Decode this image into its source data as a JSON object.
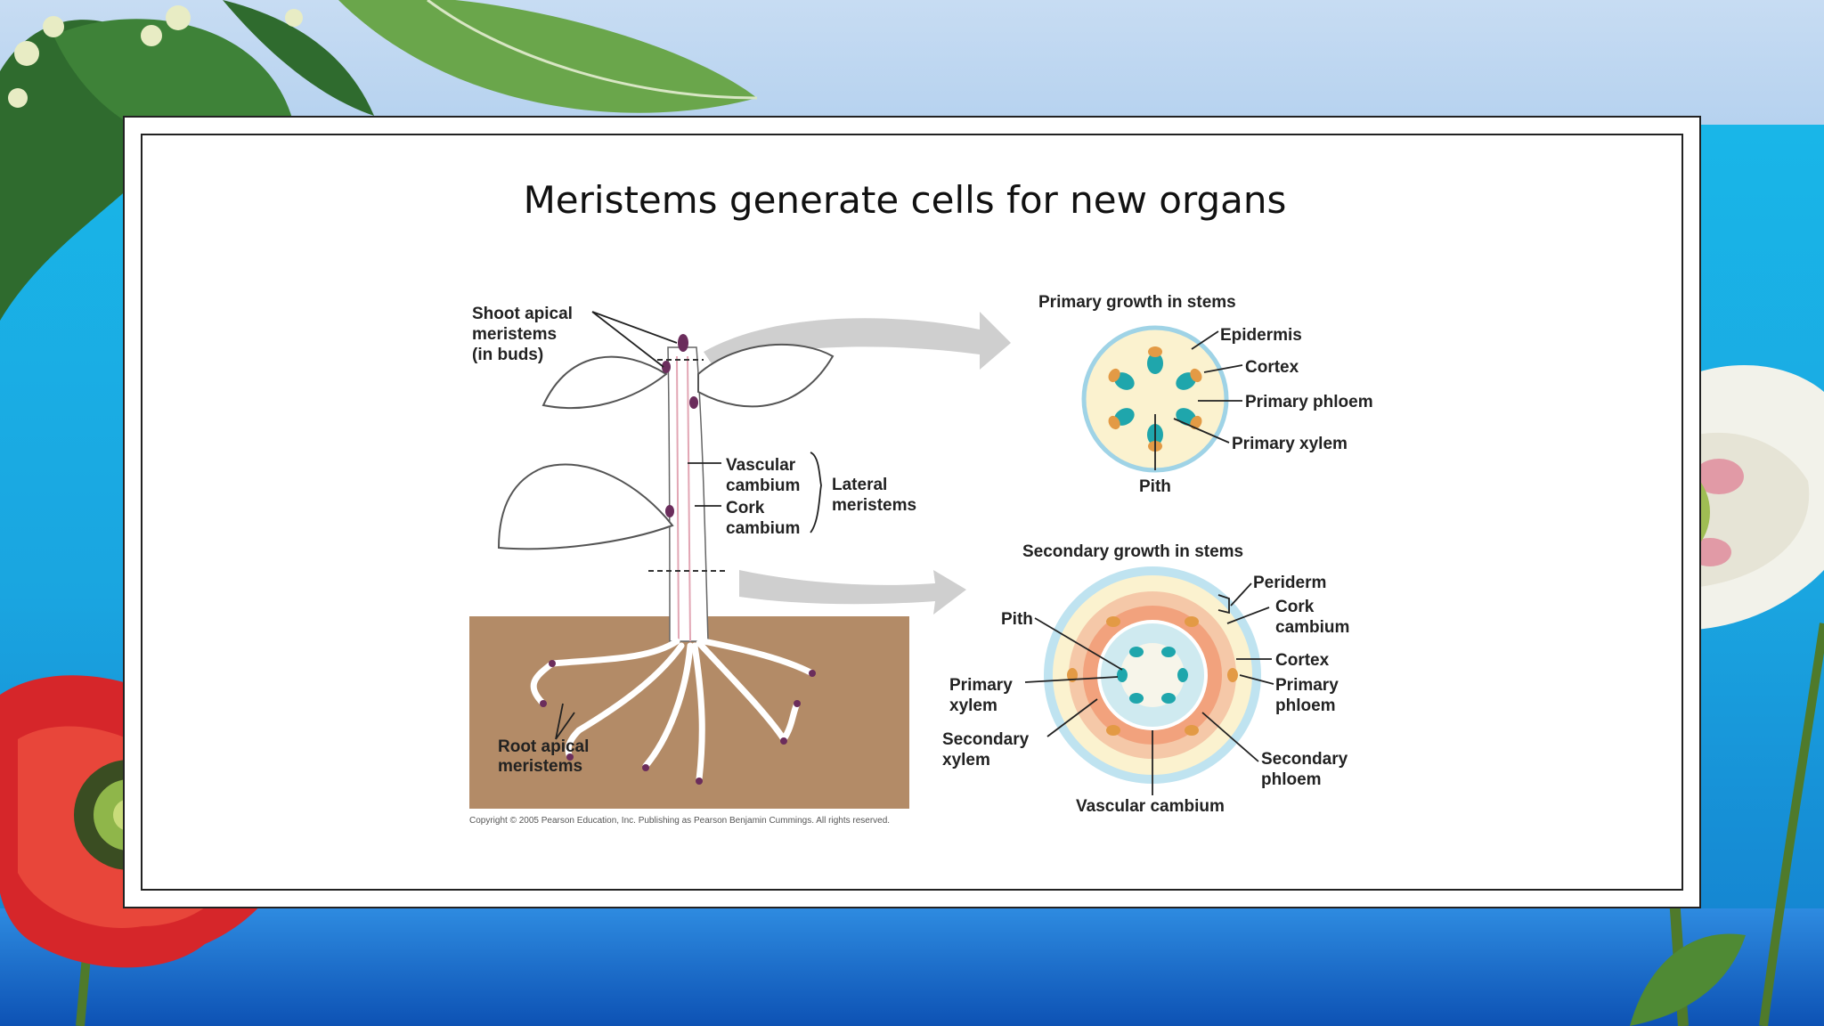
{
  "title": "Meristems generate cells for new organs",
  "plant": {
    "shoot_label": [
      "Shoot apical",
      "meristems",
      "(in buds)"
    ],
    "vascular_label": [
      "Vascular",
      "cambium"
    ],
    "cork_label": [
      "Cork",
      "cambium"
    ],
    "lateral_label": [
      "Lateral",
      "meristems"
    ],
    "root_label": [
      "Root apical",
      "meristems"
    ]
  },
  "primary": {
    "heading": "Primary growth in stems",
    "epidermis": "Epidermis",
    "cortex": "Cortex",
    "phloem": "Primary phloem",
    "xylem": "Primary xylem",
    "pith": "Pith"
  },
  "secondary": {
    "heading": "Secondary growth in stems",
    "periderm": "Periderm",
    "cork_cambium": [
      "Cork",
      "cambium"
    ],
    "pith": "Pith",
    "cortex": "Cortex",
    "primary_xylem": [
      "Primary",
      "xylem"
    ],
    "primary_phloem": [
      "Primary",
      "phloem"
    ],
    "secondary_xylem": [
      "Secondary",
      "xylem"
    ],
    "secondary_phloem": [
      "Secondary",
      "phloem"
    ],
    "vascular_cambium": "Vascular cambium"
  },
  "copyright": "Copyright © 2005 Pearson Education, Inc. Publishing as Pearson Benjamin Cummings. All rights reserved.",
  "colors": {
    "soil": "#b38b67",
    "cortex": "#fbf2cf",
    "epidermis": "#bfe3f0",
    "phloem": "#e39a45",
    "xylem": "#1fa6ac",
    "secondary_xylem": "#f2a27d",
    "pith_secondary": "#cfeaf0"
  }
}
